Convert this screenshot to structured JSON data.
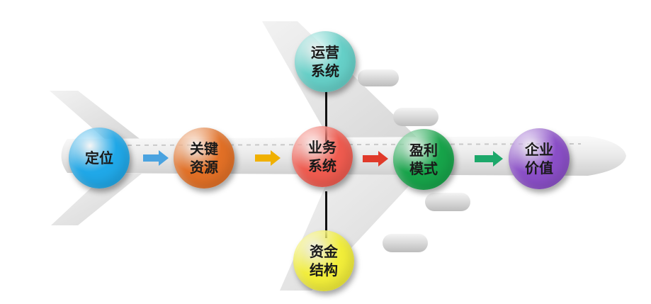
{
  "nodes": {
    "positioning": {
      "label": "定位",
      "color": "#20a8e8"
    },
    "key_resources": {
      "label": "关键资源",
      "color": "#e27026"
    },
    "business_system": {
      "label": "业务系统",
      "color": "#ef5b4f"
    },
    "profit_model": {
      "label": "盈利模式",
      "color": "#17a44a"
    },
    "enterprise_value": {
      "label": "企业价值",
      "color": "#8b4fc8"
    },
    "operation_system": {
      "label": "运营系统",
      "color": "#66d0c8"
    },
    "capital_structure": {
      "label": "资金结构",
      "color": "#f2ee3a"
    }
  },
  "arrows": {
    "arrow_1": {
      "color": "#4aa3e0"
    },
    "arrow_2": {
      "color": "#f0b000"
    },
    "arrow_3": {
      "color": "#e03a2a"
    },
    "arrow_4": {
      "color": "#1ca86a"
    }
  }
}
